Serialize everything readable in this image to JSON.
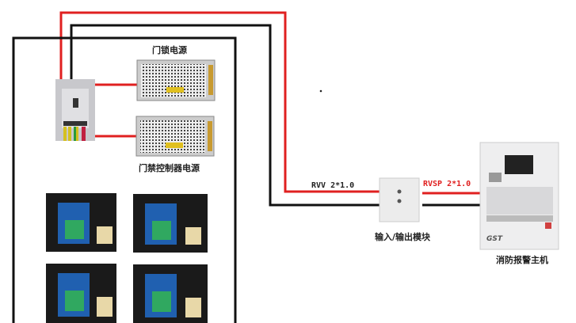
{
  "labels": {
    "lock_psu": "门锁电源",
    "controller_psu": "门禁控制器电源",
    "io_module": "输入/输出模块",
    "fire_panel": "消防报警主机",
    "cable_rvv": "RVV 2*1.0",
    "cable_rvsp": "RVSP 2*1.0",
    "panel_brand": "GST"
  },
  "colors": {
    "red_wire": "#e02020",
    "black_wire": "#111111"
  }
}
